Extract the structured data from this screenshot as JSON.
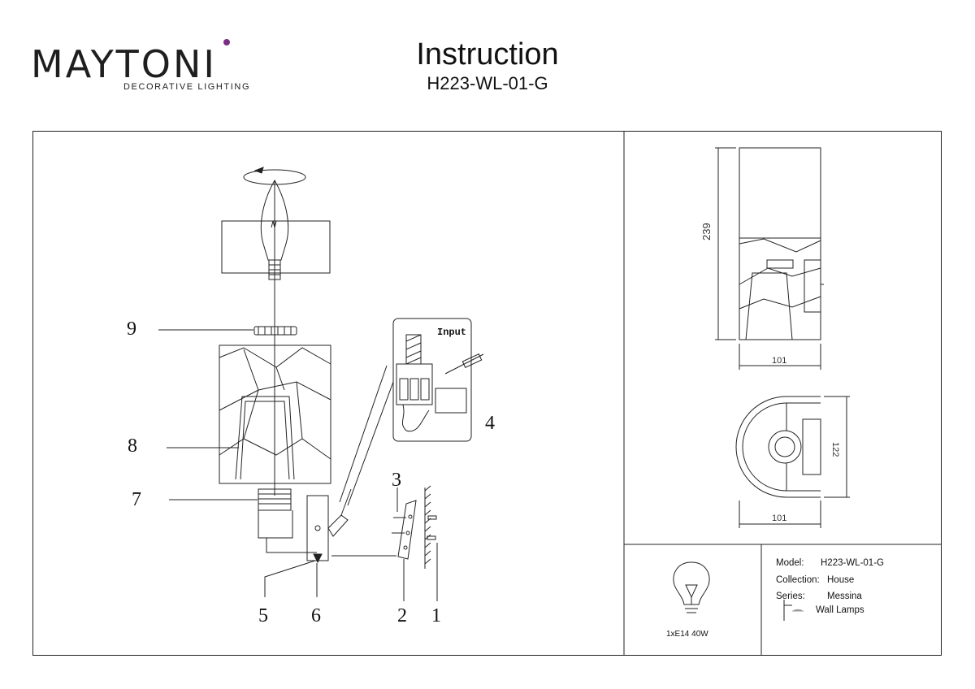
{
  "brand": {
    "name": "MAYTONI",
    "tagline": "DECORATIVE LIGHTING"
  },
  "header": {
    "title": "Instruction",
    "model": "H223-WL-01-G"
  },
  "parts": {
    "labels": [
      "1",
      "2",
      "3",
      "4",
      "5",
      "6",
      "7",
      "8",
      "9"
    ],
    "input_label": "Input"
  },
  "dimensions": {
    "height": "239",
    "width_top": "101",
    "depth": "122",
    "width_bottom": "101"
  },
  "bulb": {
    "caption": "1xE14 40W"
  },
  "info": {
    "model_label": "Model:",
    "model_value": "H223-WL-01-G",
    "collection_label": "Collection:",
    "collection_value": "House",
    "series_label": "Series:",
    "series_value": "Messina",
    "type_value": "Wall Lamps"
  },
  "colors": {
    "accent": "#7b2d83",
    "line": "#222222"
  }
}
